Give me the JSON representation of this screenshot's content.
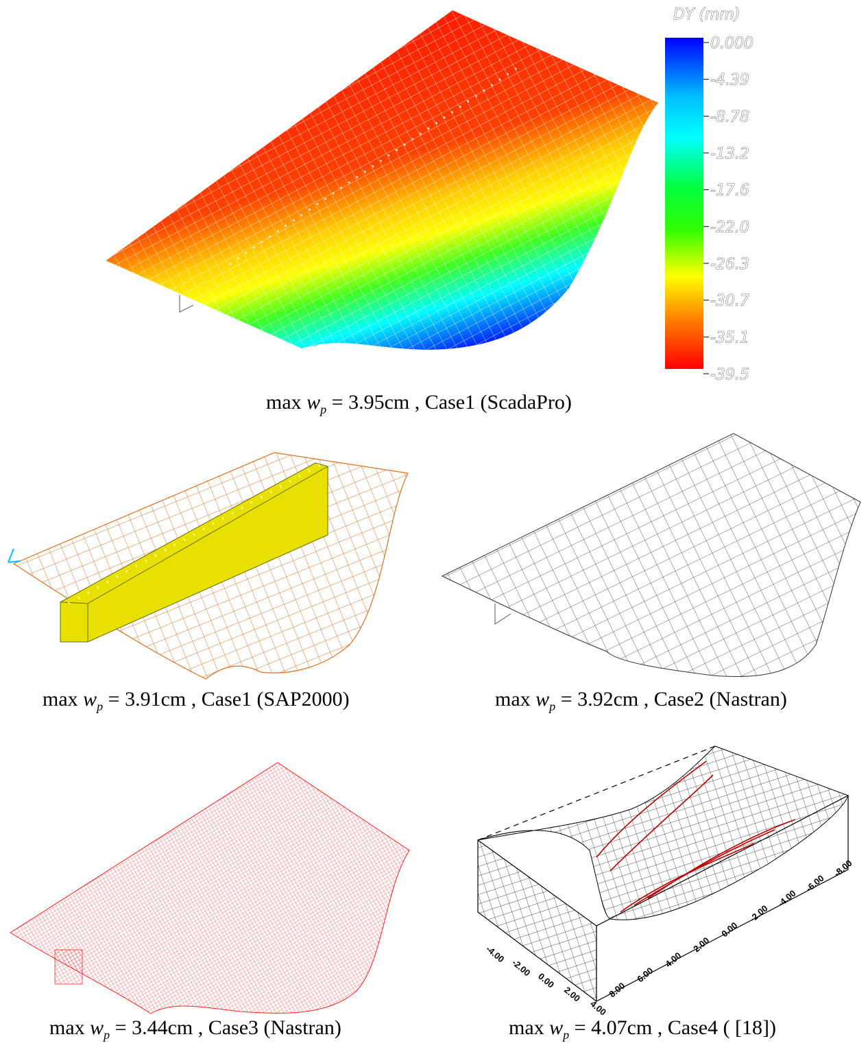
{
  "colorbar": {
    "title": "DY (mm)",
    "ticks": [
      "0.000",
      "-4.39",
      "-8.78",
      "-13.2",
      "-17.6",
      "-22.0",
      "-26.3",
      "-30.7",
      "-35.1",
      "-39.5"
    ],
    "colors": [
      "#0000ff",
      "#00c8ff",
      "#00ffff",
      "#00ff00",
      "#00e000",
      "#c8ff00",
      "#ffff00",
      "#ffa000",
      "#ff3000",
      "#ff0000"
    ]
  },
  "captions": [
    {
      "prefix": "max ",
      "var": "w",
      "sub": "p",
      "text": " = 3.95cm , Case1 (ScadaPro)"
    },
    {
      "prefix": "max ",
      "var": "w",
      "sub": "p",
      "text": " = 3.91cm , Case1 (SAP2000)"
    },
    {
      "prefix": "max ",
      "var": "w",
      "sub": "p",
      "text": " = 3.92cm , Case2 (Nastran)"
    },
    {
      "prefix": "max ",
      "var": "w",
      "sub": "p",
      "text": " = 3.44cm , Case3 (Nastran)"
    },
    {
      "prefix": "max ",
      "var": "w",
      "sub": "p",
      "text": " = 4.07cm , Case4 ( [18])"
    }
  ],
  "case4_axes": {
    "left_ticks": [
      "-4.00",
      "-2.00",
      "0.00",
      "2.00",
      "4.00"
    ],
    "right_ticks": [
      "8.00",
      "6.00",
      "4.00",
      "2.00",
      "0.00",
      "-2.00",
      "-4.00",
      "-6.00",
      "-8.00"
    ]
  },
  "colors": {
    "mesh_red": "#ff2020",
    "mesh_orange": "#e07020",
    "beam_yellow": "#e8e000",
    "mesh_gray": "#333333"
  }
}
